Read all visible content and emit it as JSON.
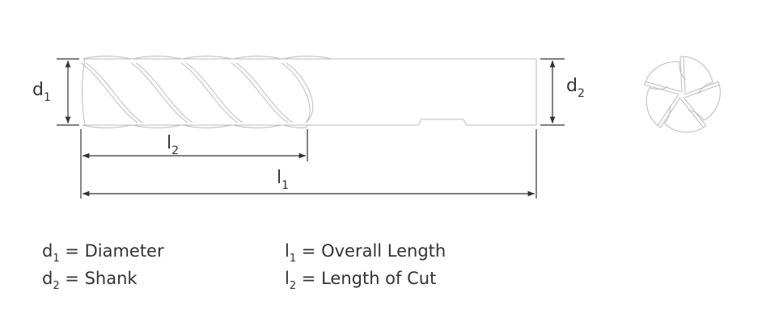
{
  "diagram": {
    "labels": {
      "d1": {
        "base": "d",
        "sub": "1"
      },
      "d2": {
        "base": "d",
        "sub": "2"
      },
      "l1": {
        "base": "l",
        "sub": "1"
      },
      "l2": {
        "base": "l",
        "sub": "2"
      }
    },
    "legend": [
      {
        "base": "d",
        "sub": "1",
        "text": " = Diameter"
      },
      {
        "base": "d",
        "sub": "2",
        "text": " = Shank"
      },
      {
        "base": "l",
        "sub": "1",
        "text": " = Overall Length"
      },
      {
        "base": "l",
        "sub": "2",
        "text": " = Length of Cut"
      }
    ]
  }
}
